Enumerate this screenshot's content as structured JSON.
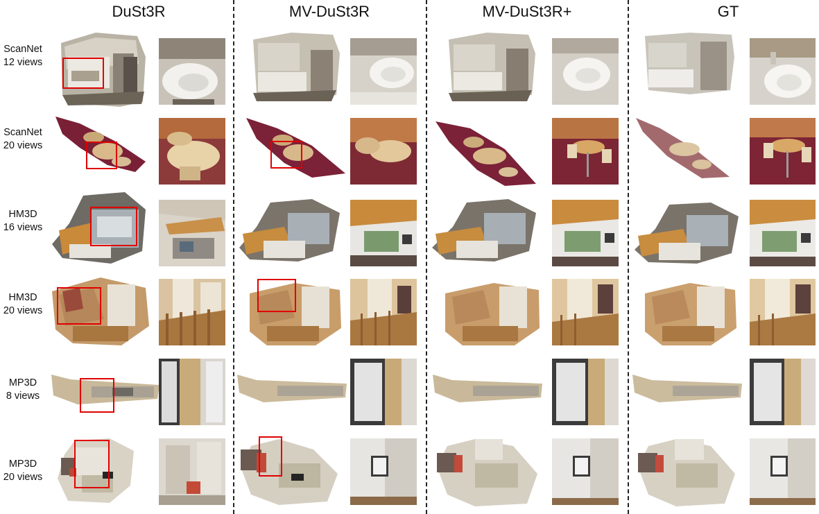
{
  "columns": [
    "DuSt3R",
    "MV-DuSt3R",
    "MV-DuSt3R+",
    "GT"
  ],
  "rows": [
    {
      "dataset": "ScanNet",
      "views": "12 views"
    },
    {
      "dataset": "ScanNet",
      "views": "20 views"
    },
    {
      "dataset": "HM3D",
      "views": "16 views"
    },
    {
      "dataset": "HM3D",
      "views": "20 views"
    },
    {
      "dataset": "MP3D",
      "views": "8 views"
    },
    {
      "dataset": "MP3D",
      "views": "20 views"
    }
  ],
  "colors": {
    "highlight_box": "#e00000",
    "separator": "#222222"
  }
}
